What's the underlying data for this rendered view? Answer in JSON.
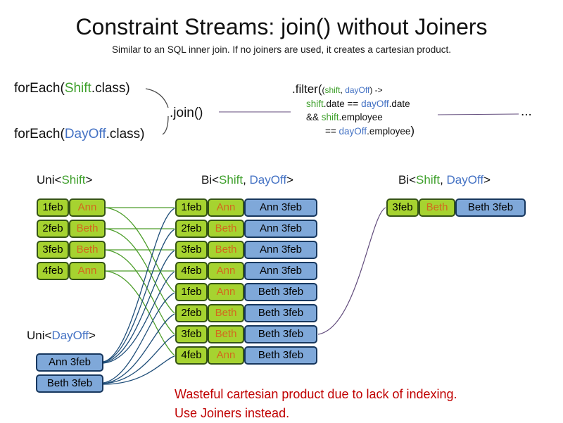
{
  "title": "Constraint Streams: join() without Joiners",
  "subtitle": "Similar to an SQL inner join. If no joiners are used, it creates a cartesian product.",
  "code": {
    "foreach_shift": {
      "pre": "forEach(",
      "type": "Shift",
      "post": ".class)"
    },
    "foreach_dayoff": {
      "pre": "forEach(",
      "type": "DayOff",
      "post": ".class)"
    },
    "join": ".join()",
    "filter": {
      "head_pre": ".filter(",
      "args_open": "(",
      "arg_shift": "shift",
      "arg_sep": ", ",
      "arg_dayoff": "dayOff",
      "head_post": ") ->",
      "line2_shift": "shift",
      "line2_mid": ".date == ",
      "line2_dayoff": "dayOff",
      "line2_end": ".date",
      "line3_pre": "&& ",
      "line3_shift": "shift",
      "line3_end": ".employee",
      "line4_pre": "== ",
      "line4_dayoff": "dayOff",
      "line4_end": ".employee",
      "line4_close": ")"
    },
    "ellipsis": "..."
  },
  "headers": {
    "uni_shift": {
      "pre": "Uni<",
      "type": "Shift",
      "post": ">"
    },
    "bi_main": {
      "pre": "Bi<",
      "type1": "Shift",
      "sep": ", ",
      "type2": "DayOff",
      "post": ">"
    },
    "bi_result": {
      "pre": "Bi<",
      "type1": "Shift",
      "sep": ", ",
      "type2": "DayOff",
      "post": ">"
    },
    "uni_dayoff": {
      "pre": "Uni<",
      "type": "DayOff",
      "post": ">"
    }
  },
  "uni_shift_rows": [
    {
      "date": "1feb",
      "name": "Ann"
    },
    {
      "date": "2feb",
      "name": "Beth"
    },
    {
      "date": "3feb",
      "name": "Beth"
    },
    {
      "date": "4feb",
      "name": "Ann"
    }
  ],
  "uni_dayoff_rows": [
    {
      "label": "Ann 3feb"
    },
    {
      "label": "Beth 3feb"
    }
  ],
  "bi_rows": [
    {
      "date": "1feb",
      "name": "Ann",
      "dayoff": "Ann 3feb"
    },
    {
      "date": "2feb",
      "name": "Beth",
      "dayoff": "Ann 3feb"
    },
    {
      "date": "3feb",
      "name": "Beth",
      "dayoff": "Ann 3feb"
    },
    {
      "date": "4feb",
      "name": "Ann",
      "dayoff": "Ann 3feb"
    },
    {
      "date": "1feb",
      "name": "Ann",
      "dayoff": "Beth 3feb"
    },
    {
      "date": "2feb",
      "name": "Beth",
      "dayoff": "Beth 3feb"
    },
    {
      "date": "3feb",
      "name": "Beth",
      "dayoff": "Beth 3feb"
    },
    {
      "date": "4feb",
      "name": "Ann",
      "dayoff": "Beth 3feb"
    }
  ],
  "bi_result_rows": [
    {
      "date": "3feb",
      "name": "Beth",
      "dayoff": "Beth 3feb"
    }
  ],
  "warning": {
    "line1": "Wasteful cartesian product due to lack of indexing.",
    "line2": "Use Joiners instead."
  },
  "colors": {
    "shift_green": "#3fa02c",
    "dayoff_blue": "#4472c4",
    "name_orange": "#d2691e",
    "green_cell_fill": "#a6d330",
    "blue_cell_fill": "#7fa8d9",
    "warning_red": "#c00000",
    "connector_purple": "#604a7b"
  }
}
